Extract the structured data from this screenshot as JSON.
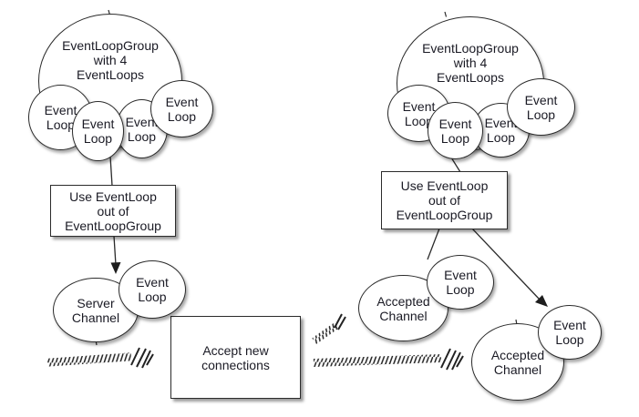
{
  "diagram": {
    "left": {
      "group_label": "EventLoopGroup\nwith 4\nEventLoops",
      "event_loops": [
        "Event\nLoop",
        "Event\nLoop",
        "Event\nLoop",
        "Event\nLoop"
      ],
      "use_box_label": "Use EventLoop\nout of\nEventLoopGroup",
      "server_channel_label": "Server\nChannel",
      "server_event_loop_label": "Event\nLoop"
    },
    "center": {
      "accept_box_label": "Accept new\nconnections"
    },
    "right": {
      "group_label": "EventLoopGroup\nwith 4\nEventLoops",
      "event_loops": [
        "Event\nLoop",
        "Event\nLoop",
        "Event\nLoop",
        "Event\nLoop"
      ],
      "use_box_label": "Use EventLoop\nout of\nEventLoopGroup",
      "accepted_1": {
        "channel_label": "Accepted\nChannel",
        "event_loop_label": "Event\nLoop"
      },
      "accepted_2": {
        "channel_label": "Accepted\nChannel",
        "event_loop_label": "Event\nLoop"
      }
    },
    "colors": {
      "background": "#ffffff",
      "shape_fill": "#ffffff",
      "stroke": "#2b2b2b",
      "text": "#1a1a24"
    }
  }
}
